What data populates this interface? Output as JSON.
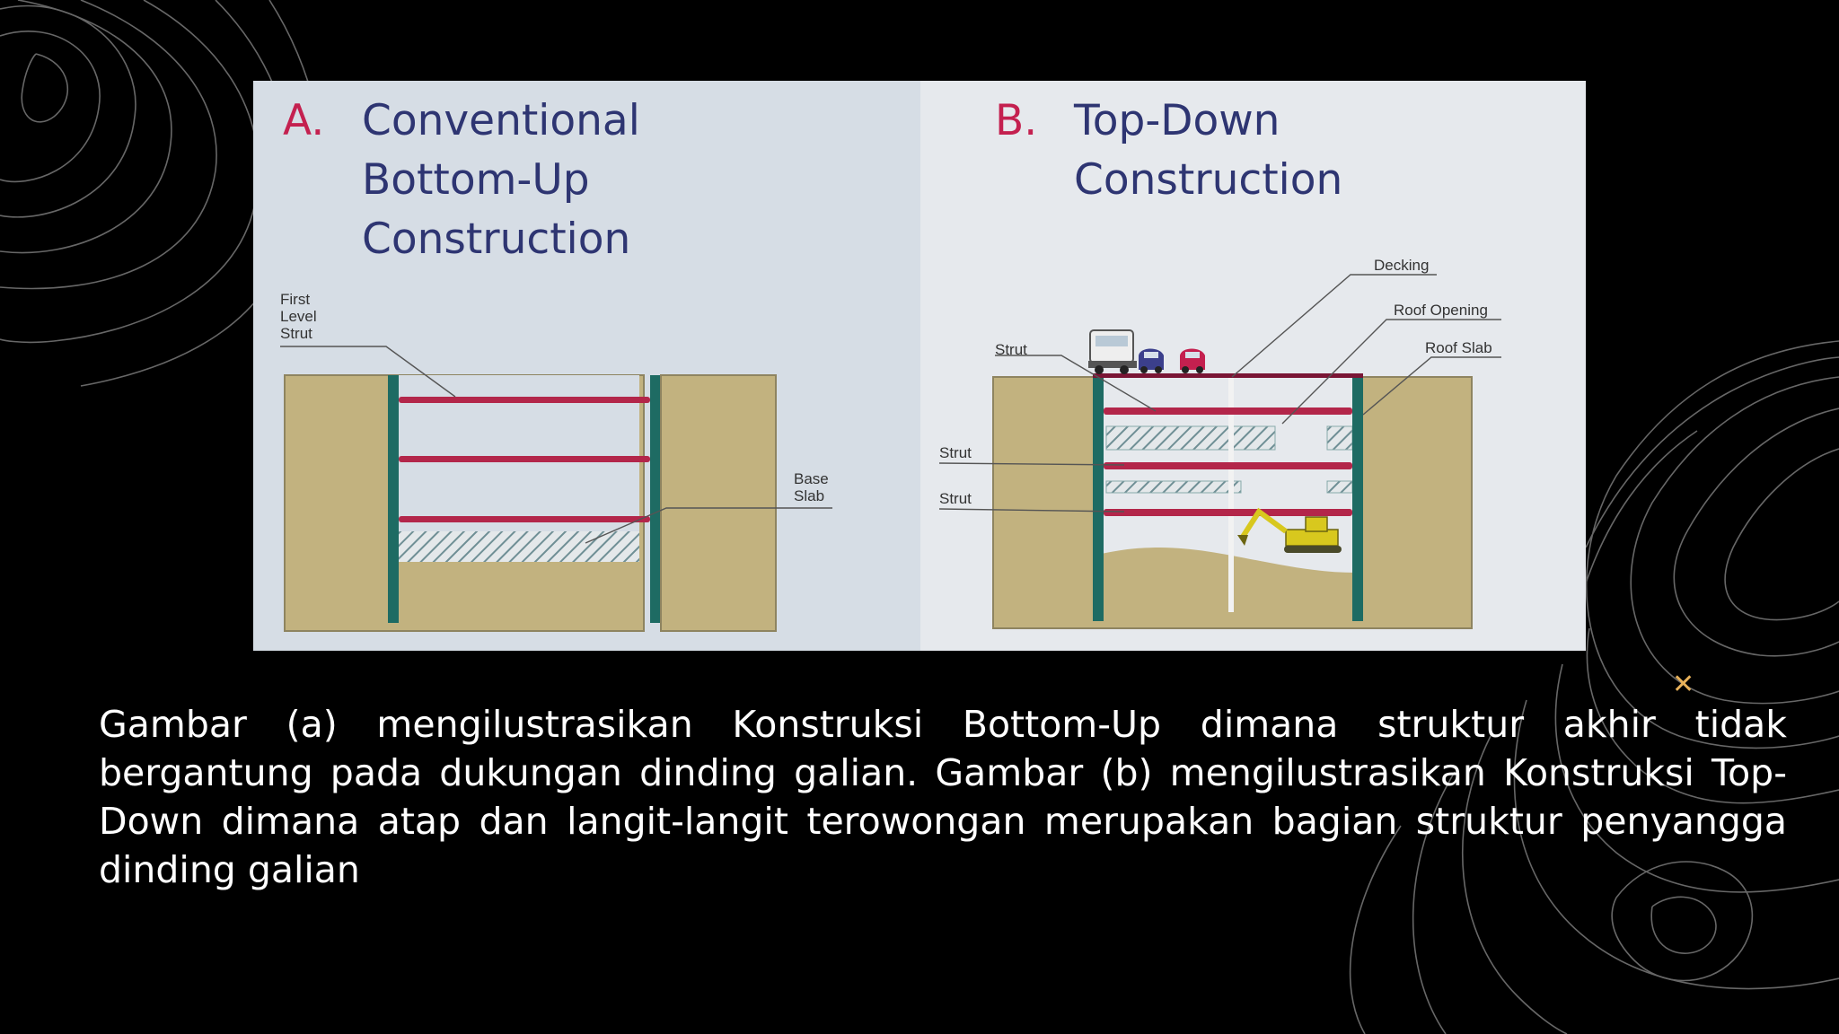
{
  "diagram": {
    "panel_a": {
      "letter": "A.",
      "title_lines": [
        "Conventional",
        "Bottom-Up",
        "Construction"
      ],
      "labels": {
        "first_level_strut": "First\nLevel\nStrut",
        "base_slab": "Base\nSlab"
      }
    },
    "panel_b": {
      "letter": "B.",
      "title_lines": [
        "Top-Down",
        "Construction"
      ],
      "labels": {
        "decking": "Decking",
        "roof_opening": "Roof Opening",
        "roof_slab": "Roof Slab",
        "strut_top": "Strut",
        "strut_mid": "Strut",
        "strut_low": "Strut"
      }
    }
  },
  "caption": "Gambar (a) mengilustrasikan Konstruksi Bottom-Up dimana struktur akhir tidak bergantung pada dukungan dinding galian. Gambar (b) mengilustrasikan Konstruksi Top-Down dimana atap dan langit-langit terowongan merupakan bagian struktur penyangga dinding galian",
  "colors": {
    "background": "#000000",
    "soil": "#c2b27f",
    "wall": "#1e6b63",
    "strut": "#b3264a",
    "title": "#2e3572",
    "letter": "#c4204f",
    "accent_star": "#e8b15a"
  },
  "icons": [
    "star-icon",
    "truck-icon",
    "car-icon",
    "excavator-icon"
  ]
}
